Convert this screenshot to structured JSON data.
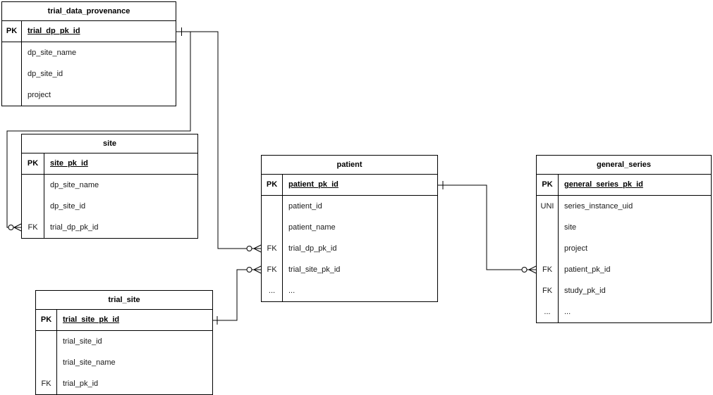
{
  "diagram": {
    "type": "entity-relationship",
    "notation": "crow's foot",
    "colors": {
      "background": "#ffffff",
      "table_border": "#000000",
      "relationship_line": "#000000",
      "text": "#000000"
    },
    "tables": [
      {
        "name": "trial_data_provenance",
        "rows": [
          {
            "key": "PK",
            "field": "trial_dp_pk_id",
            "is_primary": true
          },
          {
            "key": "",
            "field": "dp_site_name"
          },
          {
            "key": "",
            "field": "dp_site_id"
          },
          {
            "key": "",
            "field": "project"
          }
        ]
      },
      {
        "name": "site",
        "rows": [
          {
            "key": "PK",
            "field": "site_pk_id",
            "is_primary": true
          },
          {
            "key": "",
            "field": "dp_site_name"
          },
          {
            "key": "",
            "field": "dp_site_id"
          },
          {
            "key": "FK",
            "field": "trial_dp_pk_id"
          }
        ]
      },
      {
        "name": "trial_site",
        "rows": [
          {
            "key": "PK",
            "field": "trial_site_pk_id",
            "is_primary": true
          },
          {
            "key": "",
            "field": "trial_site_id"
          },
          {
            "key": "",
            "field": "trial_site_name"
          },
          {
            "key": "FK",
            "field": "trial_pk_id"
          }
        ]
      },
      {
        "name": "patient",
        "rows": [
          {
            "key": "PK",
            "field": "patient_pk_id",
            "is_primary": true
          },
          {
            "key": "",
            "field": "patient_id"
          },
          {
            "key": "",
            "field": "patient_name"
          },
          {
            "key": "FK",
            "field": "trial_dp_pk_id"
          },
          {
            "key": "FK",
            "field": "trial_site_pk_id"
          },
          {
            "key": "...",
            "field": "..."
          }
        ]
      },
      {
        "name": "general_series",
        "rows": [
          {
            "key": "PK",
            "field": "general_series_pk_id",
            "is_primary": true
          },
          {
            "key": "UNI",
            "field": "series_instance_uid"
          },
          {
            "key": "",
            "field": "site"
          },
          {
            "key": "",
            "field": "project"
          },
          {
            "key": "FK",
            "field": "patient_pk_id"
          },
          {
            "key": "FK",
            "field": "study_pk_id"
          },
          {
            "key": "...",
            "field": "..."
          }
        ]
      }
    ],
    "relationships": [
      {
        "from_table": "trial_data_provenance",
        "from_field": "trial_dp_pk_id",
        "to_table": "site",
        "to_field": "trial_dp_pk_id",
        "cardinality": "one to zero-or-many"
      },
      {
        "from_table": "trial_data_provenance",
        "from_field": "trial_dp_pk_id",
        "to_table": "patient",
        "to_field": "trial_dp_pk_id",
        "cardinality": "one to zero-or-many"
      },
      {
        "from_table": "trial_site",
        "from_field": "trial_site_pk_id",
        "to_table": "patient",
        "to_field": "trial_site_pk_id",
        "cardinality": "one to zero-or-many"
      },
      {
        "from_table": "patient",
        "from_field": "patient_pk_id",
        "to_table": "general_series",
        "to_field": "patient_pk_id",
        "cardinality": "one to zero-or-many"
      }
    ]
  }
}
